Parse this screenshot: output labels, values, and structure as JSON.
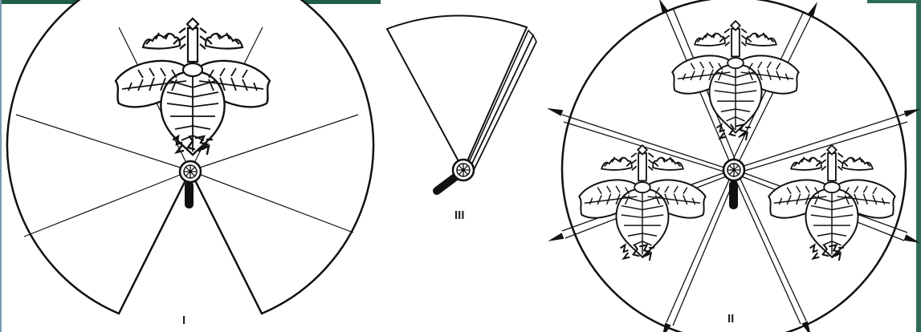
{
  "figures": [
    {
      "id": "fig-1",
      "label": "I"
    },
    {
      "id": "fig-3",
      "label": "III"
    },
    {
      "id": "fig-2",
      "label": "II"
    }
  ],
  "colors": {
    "ink": "#111111",
    "paper": "#ffffff",
    "leaf_outline": "#222222",
    "top_bar": "#1f5e46",
    "left_border": "#7a9db0",
    "right_border": "#2f6b58"
  },
  "icons": [
    "paulownia-crest-icon",
    "pivot-rivet-icon",
    "handle-icon"
  ]
}
